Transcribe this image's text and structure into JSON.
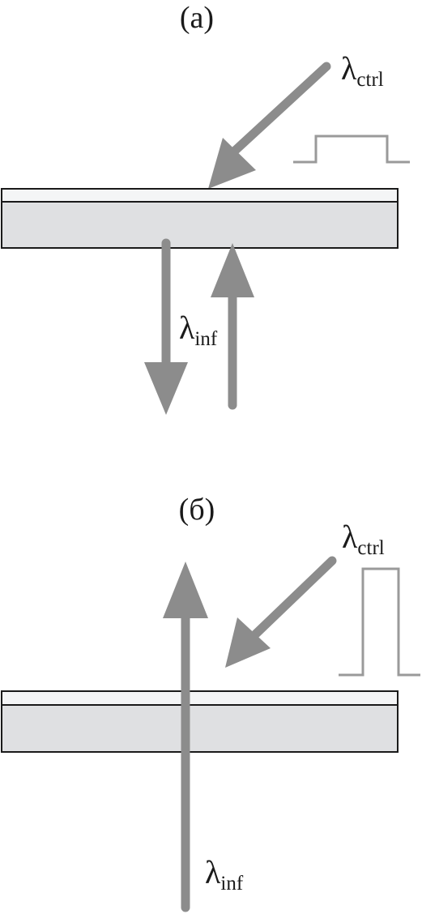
{
  "panel_a": {
    "label": "(a)",
    "ctrl_symbol": "λ",
    "ctrl_sub": "ctrl",
    "inf_symbol": "λ",
    "inf_sub": "inf"
  },
  "panel_b": {
    "label": "(б)",
    "ctrl_symbol": "λ",
    "ctrl_sub": "ctrl",
    "inf_symbol": "λ",
    "inf_sub": "inf"
  },
  "colors": {
    "beam": "#8c8c8c",
    "substrate": "#dfe0e2",
    "coating": "#f4f5f6",
    "pulse": "#9a9a9a"
  },
  "icons": {
    "arrow": "arrow-icon",
    "pulse": "pulse-waveform-icon"
  }
}
